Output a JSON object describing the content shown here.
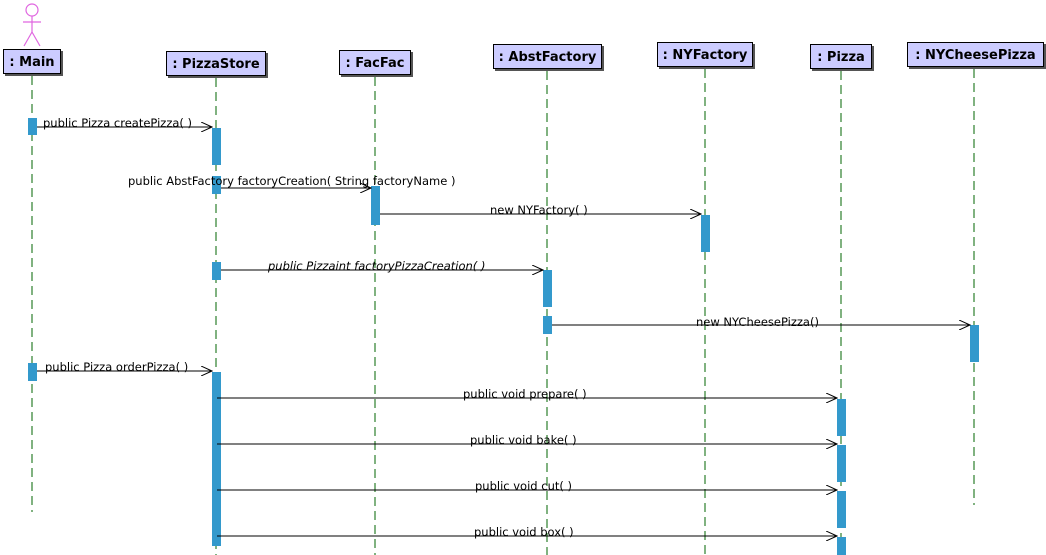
{
  "actor": {
    "name": "Main",
    "label": ": Main"
  },
  "objects": [
    {
      "id": "main",
      "label": ": Main"
    },
    {
      "id": "pizzastore",
      "label": ": PizzaStore"
    },
    {
      "id": "facfac",
      "label": ": FacFac"
    },
    {
      "id": "abstfactory",
      "label": ": AbstFactory"
    },
    {
      "id": "nyfactory",
      "label": ": NYFactory"
    },
    {
      "id": "pizza",
      "label": ": Pizza"
    },
    {
      "id": "nycheesepizza",
      "label": ": NYCheesePizza"
    }
  ],
  "messages": [
    {
      "from": "main",
      "to": "pizzastore",
      "label": "public Pizza  createPizza(  )",
      "italic": false
    },
    {
      "from": "pizzastore",
      "to": "facfac",
      "label": "public AbstFactory  factoryCreation( String factoryName )",
      "italic": false
    },
    {
      "from": "facfac",
      "to": "nyfactory",
      "label": "new NYFactory( )",
      "italic": false
    },
    {
      "from": "pizzastore",
      "to": "abstfactory",
      "label": "public Pizzaint  factoryPizzaCreation(  )",
      "italic": true
    },
    {
      "from": "abstfactory",
      "to": "nycheesepizza",
      "label": "new NYCheesePizza()",
      "italic": false
    },
    {
      "from": "main",
      "to": "pizzastore",
      "label": "public Pizza  orderPizza(  )",
      "italic": false
    },
    {
      "from": "pizzastore",
      "to": "pizza",
      "label": "public void  prepare(  )",
      "italic": false
    },
    {
      "from": "pizzastore",
      "to": "pizza",
      "label": "public void  bake(  )",
      "italic": false
    },
    {
      "from": "pizzastore",
      "to": "pizza",
      "label": "public void  cut(  )",
      "italic": false
    },
    {
      "from": "pizzastore",
      "to": "pizza",
      "label": "public void  box(  )",
      "italic": false
    }
  ],
  "colors": {
    "object_fill": "#ccccff",
    "activation": "#3399cc",
    "lifeline": "#006600",
    "actor": "#e066e0",
    "arrow": "#000000"
  }
}
